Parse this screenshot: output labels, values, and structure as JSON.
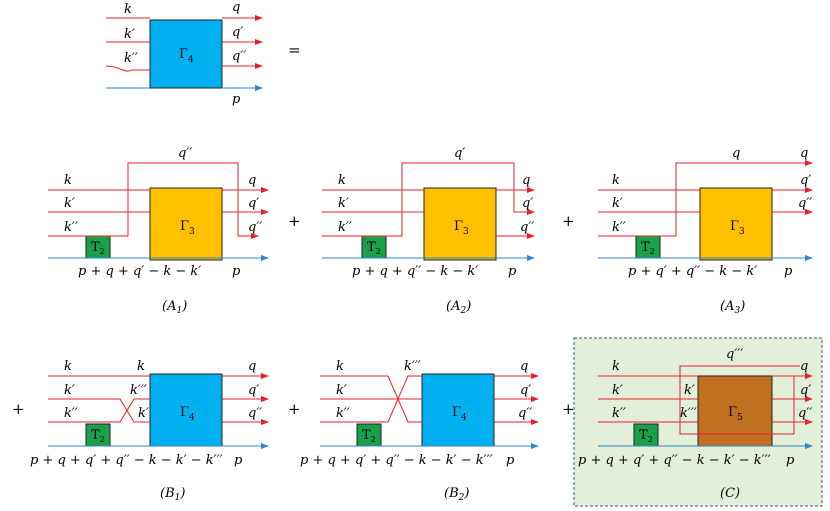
{
  "equals": "=",
  "plus": "+",
  "gamma4": "Γ",
  "sub4": "4",
  "gamma3": "Γ",
  "sub3": "3",
  "gamma5": "Γ",
  "sub5": "5",
  "t2": "T",
  "sub2": "2",
  "momenta": {
    "k": "k",
    "k1": "k′",
    "k2": "k′′",
    "k3": "k′′′",
    "q": "q",
    "q1": "q′",
    "q2": "q′′",
    "q3": "q′′′",
    "p": "p"
  },
  "sums": {
    "A1": "p + q + q′ − k − k′",
    "A2": "p + q + q′′ − k − k′",
    "A3": "p + q′ + q′′ − k − k′",
    "B": "p + q + q′ + q′′ − k − k′ − k′′′"
  },
  "captions": {
    "A1": "(A",
    "A1sub": "1",
    "A2": "(A",
    "A2sub": "2",
    "A3": "(A",
    "A3sub": "3",
    "B1": "(B",
    "B1sub": "1",
    "B2": "(B",
    "B2sub": "2",
    "C": "(C)"
  },
  "colors": {
    "red": "#e8202a",
    "blue": "#2f86c8",
    "gamma4": "#00b0f0",
    "gamma3": "#ffc000",
    "gamma5": "#c07020",
    "t2": "#1aa04a",
    "panel": "#e2efd9"
  }
}
